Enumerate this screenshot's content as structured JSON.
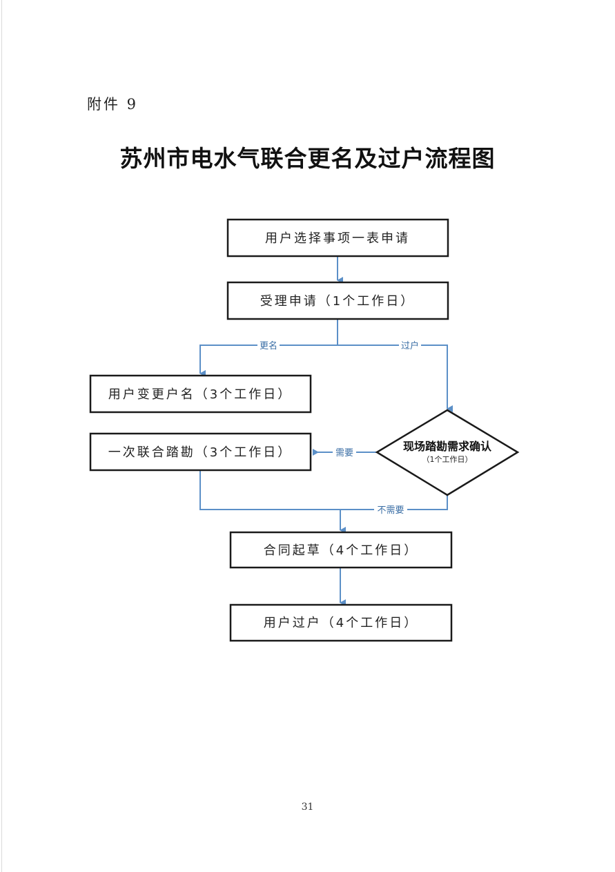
{
  "document": {
    "attachment_label": "附件 9",
    "title": "苏州市电水气联合更名及过户流程图",
    "page_number": "31"
  },
  "flowchart": {
    "nodes": {
      "apply": "用户选择事项一表申请",
      "accept": "受理申请（1个工作日）",
      "rename": "用户变更户名（3个工作日）",
      "survey_check_title": "现场踏勘需求确认",
      "survey_check_days": "（1个工作日）",
      "joint_survey": "一次联合踏勘（3个工作日）",
      "contract": "合同起草（4个工作日）",
      "transfer": "用户过户（4个工作日）"
    },
    "edges": {
      "rename_branch": "更名",
      "transfer_branch": "过户",
      "need": "需要",
      "no_need": "不需要"
    },
    "colors": {
      "box_border": "#1a1a1a",
      "connector": "#5b8fc7"
    }
  }
}
